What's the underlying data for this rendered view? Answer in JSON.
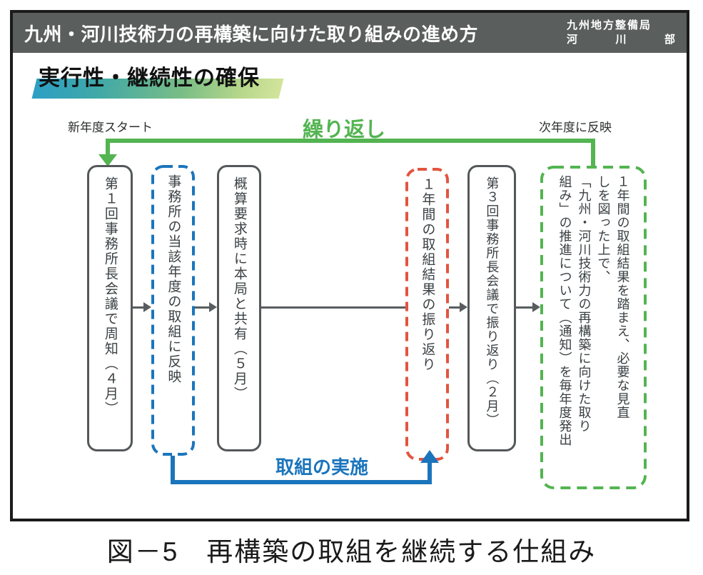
{
  "header": {
    "title": "九州・河川技術力の再構築に向けた取り組みの進め方",
    "org_line1": "九州地方整備局",
    "org_line2": [
      "河",
      "川",
      "部"
    ]
  },
  "section": {
    "heading": "実行性・継続性の確保"
  },
  "diagram": {
    "labels": {
      "new_year_start": "新年度スタート",
      "repeat": "繰り返し",
      "reflect_next_year": "次年度に反映",
      "implementation": "取組の実施"
    },
    "boxes": [
      {
        "id": "box-1",
        "style": "solid-gray",
        "text": "第１回事務所長会議で周知（４月）"
      },
      {
        "id": "box-2",
        "style": "dashed-blue",
        "text": "事務所の当該年度の取組に反映"
      },
      {
        "id": "box-3",
        "style": "solid-gray",
        "text": "概算要求時に本局と共有（５月）"
      },
      {
        "id": "box-4",
        "style": "dashed-red",
        "text": "１年間の取組結果の振り返り"
      },
      {
        "id": "box-5",
        "style": "solid-gray",
        "text": "第３回事務所長会議で振り返り（２月）"
      },
      {
        "id": "box-6",
        "style": "dashed-green",
        "text": "１年間の取組結果を踏まえ、必要な見直\nしを図った上で、\n「九州・河川技術力の再構築に向けた取り\n組み」の推進について（通知）を毎年度発出"
      }
    ]
  },
  "figure_caption": "図－5　再構築の取組を継続する仕組み",
  "colors": {
    "header_bar": "#5a5e5d",
    "green_accent": "#53b451",
    "blue_accent": "#1b75bc",
    "red_accent": "#e25440",
    "box_border_gray": "#54585a",
    "heading_gradient_start": "#2d9fc4",
    "heading_gradient_end": "#d3e49c"
  }
}
